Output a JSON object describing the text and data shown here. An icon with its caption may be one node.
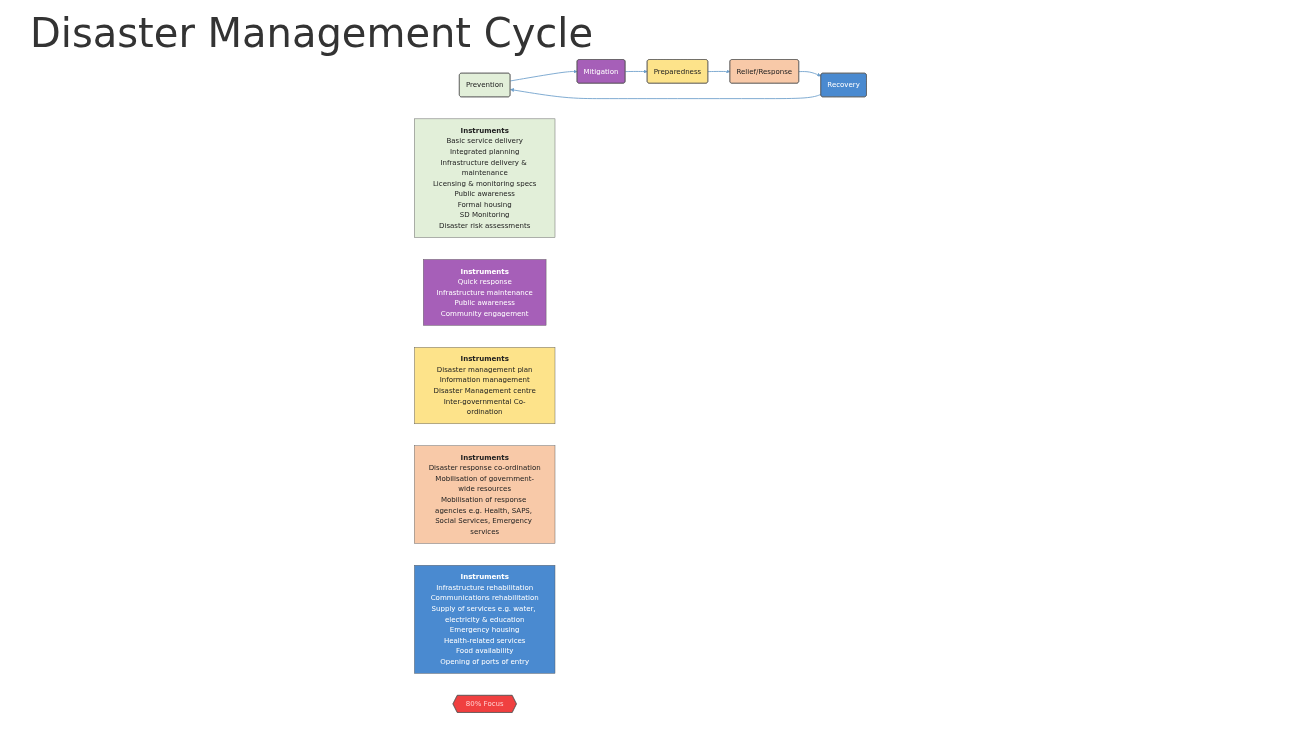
{
  "diagram": {
    "title": "Disaster Management Cycle",
    "nodes": [
      {
        "text": [
          "Prevention"
        ]
      },
      {
        "text": [
          "Mitigation"
        ]
      },
      {
        "text": [
          "Preparedness"
        ]
      },
      {
        "text": [
          "Relief/Response"
        ]
      },
      {
        "text": [
          "Recovery"
        ]
      },
      {
        "text": [
          "Instruments",
          "Basic service delivery",
          "Integrated planning",
          "Infrastructure delivery & maintenance",
          "Licensing & monitoring specs",
          "Public awareness",
          "Formal housing",
          "SD Monitoring",
          "Disaster risk assessments"
        ]
      },
      {
        "text": [
          "Instruments",
          "Quick response",
          "Infrastructure maintenance",
          "Public awareness",
          "Community engagement"
        ]
      },
      {
        "text": [
          "Instruments",
          "Disaster management plan",
          "Information management",
          "Disaster Management centre",
          "Inter-governmental Co-ordination"
        ]
      },
      {
        "text": [
          "Instruments",
          "Disaster response co-ordination",
          "Mobilisation of government-wide resources",
          "Mobilisation of response agencies e.g. Health, SAPS, Social Services, Emergency services"
        ]
      },
      {
        "text": [
          "Instruments",
          "Infrastructure rehabilitation",
          "Communications rehabilitation",
          "Supply of services e.g. water, electricity & education",
          "Emergency housing",
          "Health-related services",
          "Food availability",
          "Opening of ports of entry"
        ]
      },
      {
        "text": [
          "80% Focus"
        ]
      }
    ],
    "edges": [
      {
        "from": 0,
        "to": 1,
        "arrow": "to"
      },
      {
        "from": 1,
        "to": 2,
        "arrow": "to"
      },
      {
        "from": 2,
        "to": 3,
        "arrow": "to"
      },
      {
        "from": 3,
        "to": 4,
        "arrow": "to"
      },
      {
        "from": 4,
        "to": 0,
        "arrow": "to"
      }
    ]
  }
}
